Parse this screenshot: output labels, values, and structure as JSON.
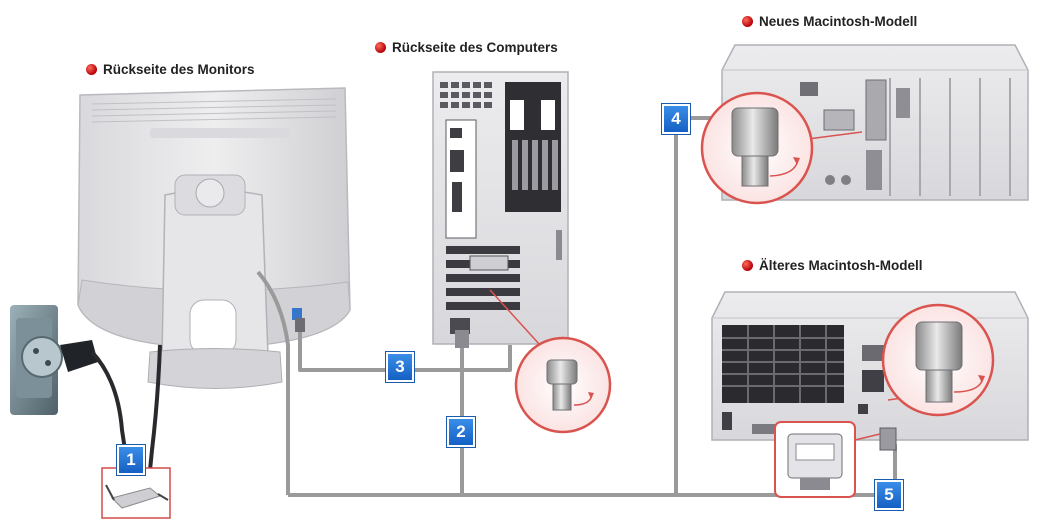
{
  "captions": {
    "monitor_back": "Rückseite des Monitors",
    "computer_back": "Rückseite des Computers",
    "new_mac": "Neues Macintosh-Modell",
    "old_mac": "Älteres Macintosh-Modell"
  },
  "badges": {
    "b1": "1",
    "b2": "2",
    "b3": "3",
    "b4": "4",
    "b5": "5"
  },
  "colors": {
    "badge": "#1f72d6",
    "dot": "#c0000c",
    "callout": "#d9534f",
    "cable": "#9a9a9a"
  }
}
